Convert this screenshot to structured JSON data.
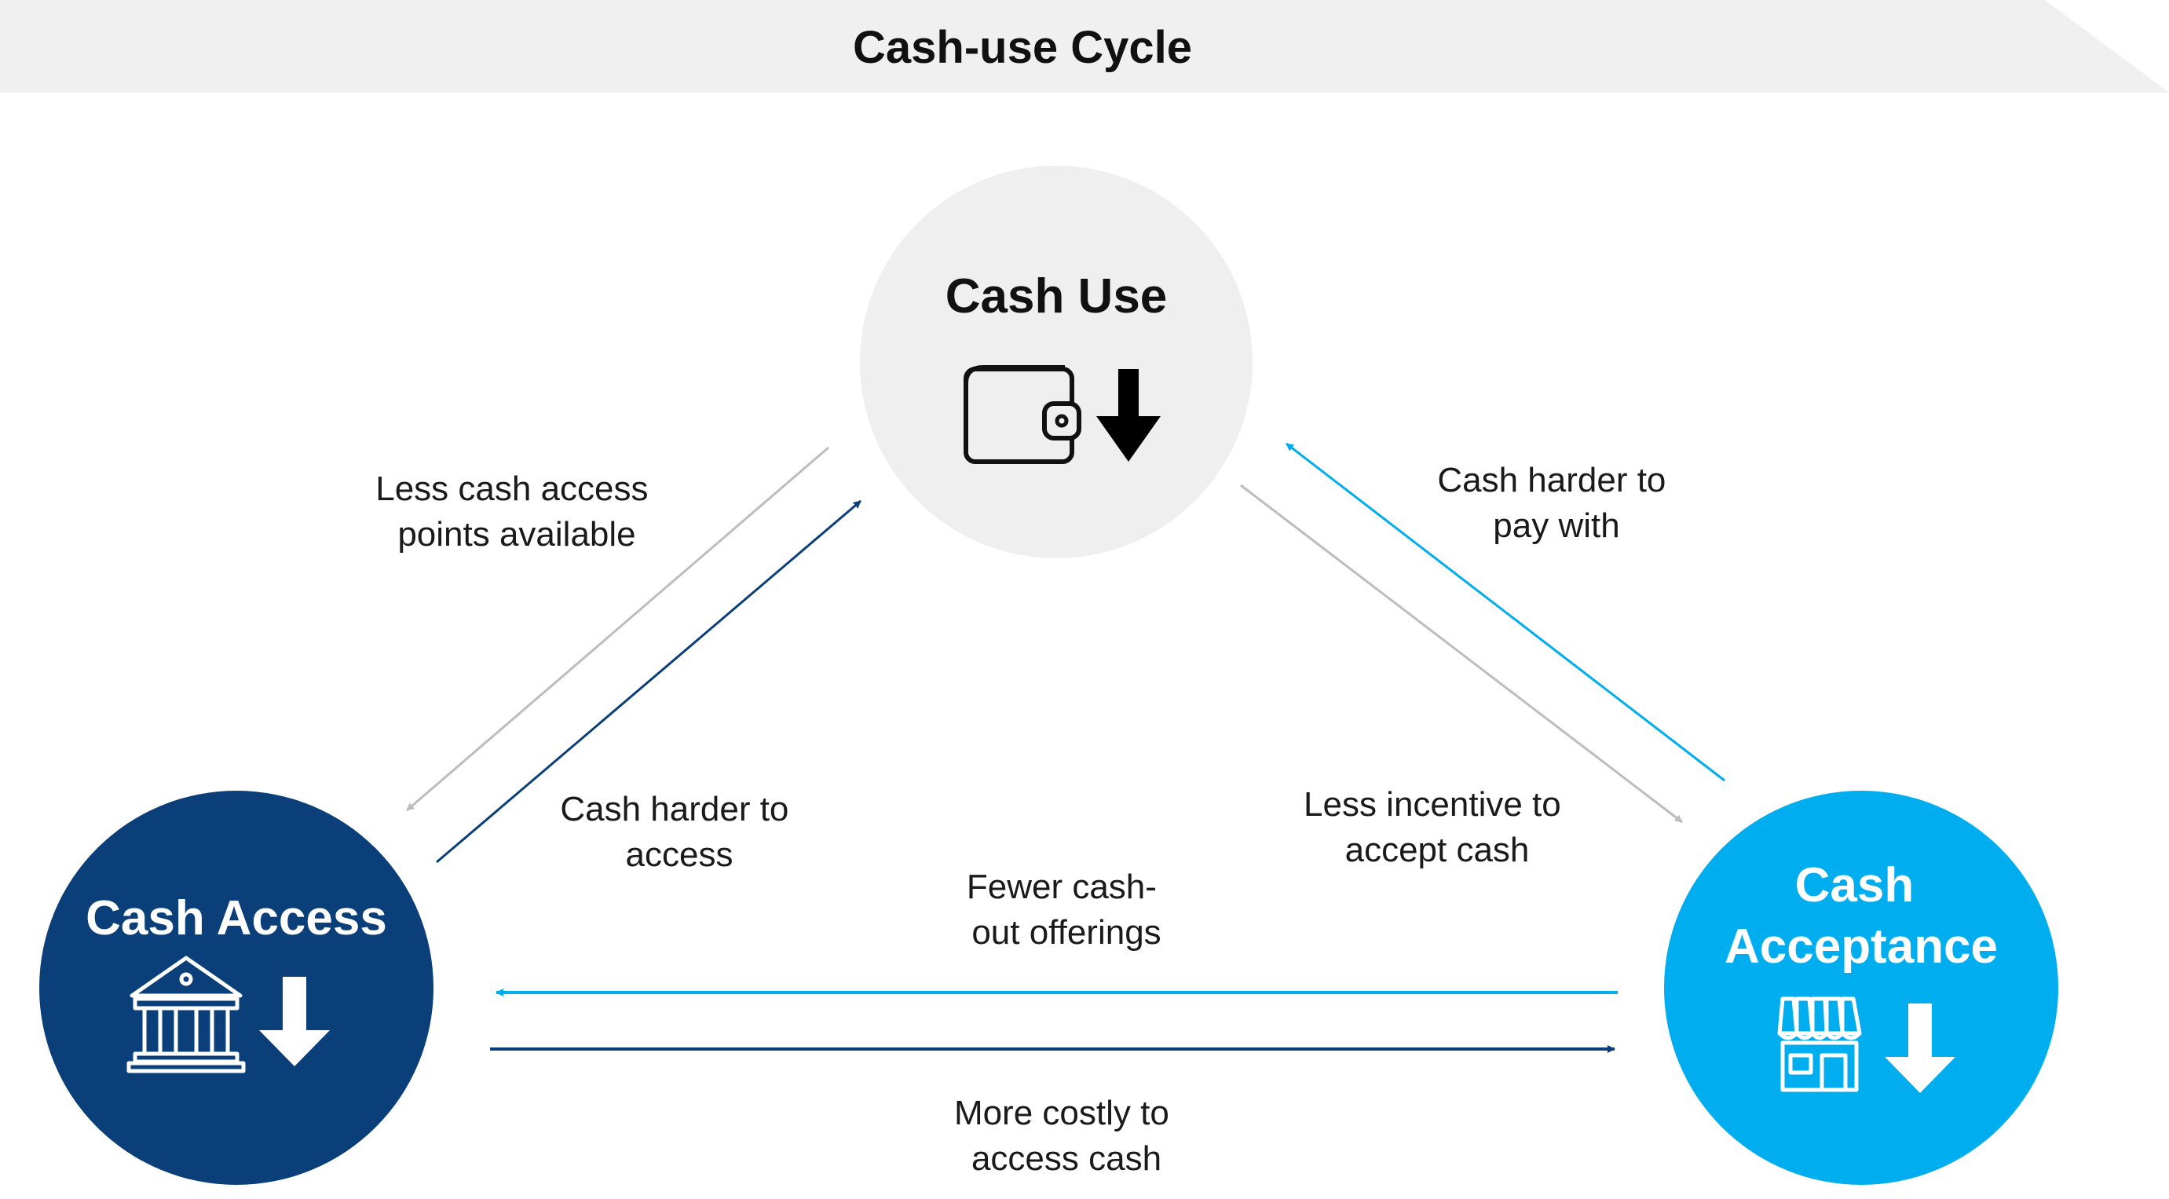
{
  "header": {
    "title": "Cash-use Cycle"
  },
  "nodes": {
    "cash_use": {
      "title": "Cash Use"
    },
    "cash_access": {
      "title": "Cash Access"
    },
    "cash_acceptance": {
      "title_line1": "Cash",
      "title_line2": "Acceptance"
    }
  },
  "edges": {
    "access_to_use_gray": {
      "line1": "Less cash access",
      "line2": "points available"
    },
    "access_to_use_blue": {
      "line1": "Cash harder to",
      "line2": "access"
    },
    "use_to_acceptance_blue": {
      "line1": "Cash harder to",
      "line2": "pay with"
    },
    "use_to_acceptance_gray": {
      "line1": "Less incentive to",
      "line2": "accept cash"
    },
    "acceptance_to_access": {
      "line1": "Fewer cash-",
      "line2": "out offerings"
    },
    "access_to_acceptance": {
      "line1": "More costly to",
      "line2": "access cash"
    }
  },
  "colors": {
    "header_band": "#f0f0f0",
    "cash_use_circle": "#efefef",
    "cash_access_circle": "#0b3f7a",
    "cash_acceptance_circle": "#00aeef",
    "gray_arrow": "#bdbdbd",
    "navy_arrow": "#0b3f7a",
    "light_blue_arrow": "#00aeef"
  },
  "icons": {
    "cash_use": [
      "wallet-icon",
      "down-arrow-icon"
    ],
    "cash_access": [
      "bank-icon",
      "down-arrow-icon"
    ],
    "cash_acceptance": [
      "storefront-icon",
      "down-arrow-icon"
    ]
  }
}
